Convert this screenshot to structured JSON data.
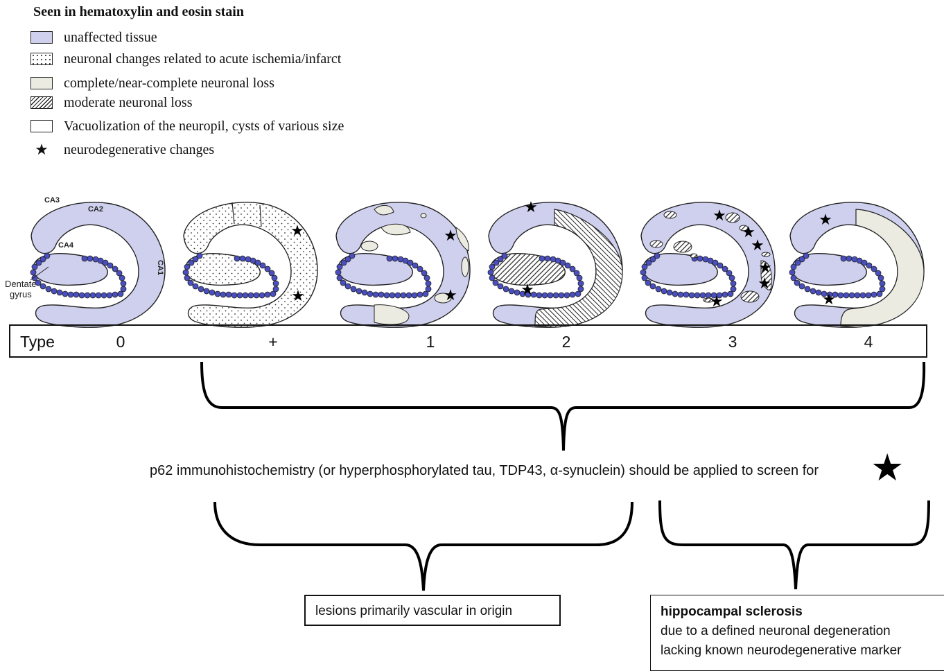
{
  "legend": {
    "title": "Seen in hematoxylin and eosin stain",
    "items": [
      {
        "swatch": "unaffected",
        "label": "unaffected tissue"
      },
      {
        "swatch": "dotted",
        "label": "neuronal changes related to acute ischemia/infarct"
      },
      {
        "swatch": "loss",
        "label": "complete/near-complete neuronal loss"
      },
      {
        "swatch": "hatch",
        "label": "moderate neuronal loss"
      },
      {
        "swatch": "empty",
        "label": "Vacuolization of the neuropil, cysts of various size"
      },
      {
        "swatch": "star",
        "label": "neurodegenerative changes"
      }
    ]
  },
  "anatomy": {
    "ca3": "CA3",
    "ca2": "CA2",
    "ca4": "CA4",
    "ca1": "CA1",
    "dentate_line1": "Dentate",
    "dentate_line2": "gyrus"
  },
  "types": {
    "label": "Type",
    "values": [
      "0",
      "+",
      "1",
      "2",
      "3",
      "4"
    ]
  },
  "p62_text": "p62 immunohistochemistry (or hyperphosphorylated tau, TDP43, α-synuclein) should be applied to screen for",
  "star_glyph": "★",
  "vascular_label": "lesions primarily vascular in origin",
  "sclerosis": {
    "title": "hippocampal sclerosis",
    "line1": "due to a defined neuronal degeneration",
    "line2": "lacking known neurodegenerative marker"
  },
  "colors": {
    "unaffected": "#cfd0ee",
    "loss": "#ecebe2",
    "granule_cells": "#4a4fc0",
    "outline": "#222222"
  }
}
